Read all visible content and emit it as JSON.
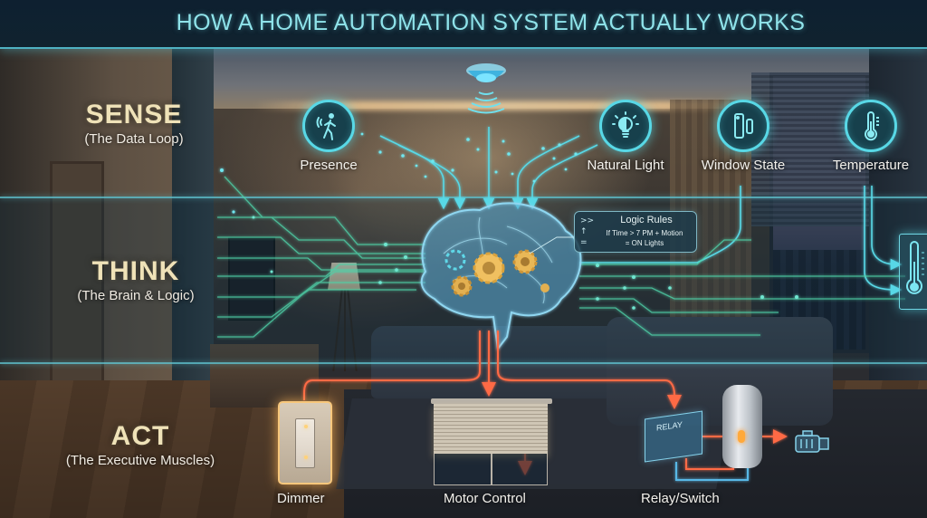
{
  "header": {
    "title": "HOW A HOME AUTOMATION SYSTEM ACTUALLY WORKS"
  },
  "layers": {
    "sense": {
      "title": "SENSE",
      "subtitle": "(The Data Loop)"
    },
    "think": {
      "title": "THINK",
      "subtitle": "(The Brain & Logic)"
    },
    "act": {
      "title": "ACT",
      "subtitle": "(The Executive Muscles)"
    }
  },
  "sensors": [
    {
      "label": "Presence",
      "icon": "motion-person-icon"
    },
    {
      "label": "Natural Light",
      "icon": "lightbulb-half-icon"
    },
    {
      "label": "Window State",
      "icon": "door-window-contact-icon"
    },
    {
      "label": "Temperature",
      "icon": "thermometer-icon"
    }
  ],
  "ceiling_sensor": {
    "icon": "ceiling-wireless-sensor-icon"
  },
  "logic_rules": {
    "title": "Logic Rules",
    "line1": "If Time > 7 PM + Motion",
    "line2": "= ON Lights",
    "icons": [
      ">>",
      "↑",
      "="
    ]
  },
  "brain": {
    "icon": "brain-gears-icon"
  },
  "actuators": [
    {
      "label": "Dimmer",
      "icon": "dimmer-switch-icon"
    },
    {
      "label": "Motor Control",
      "icon": "motorized-blind-icon"
    },
    {
      "label": "Relay/Switch",
      "icon": "relay-heater-motor-icon",
      "relay_text": "RELAY"
    }
  ],
  "colors": {
    "title": "#8fe3ea",
    "sense_line": "#58d8e6",
    "think_line": "#4fd1a8",
    "act_line": "#ff6a45",
    "section_title": "#efe2b8",
    "gear": "#f0c060"
  }
}
